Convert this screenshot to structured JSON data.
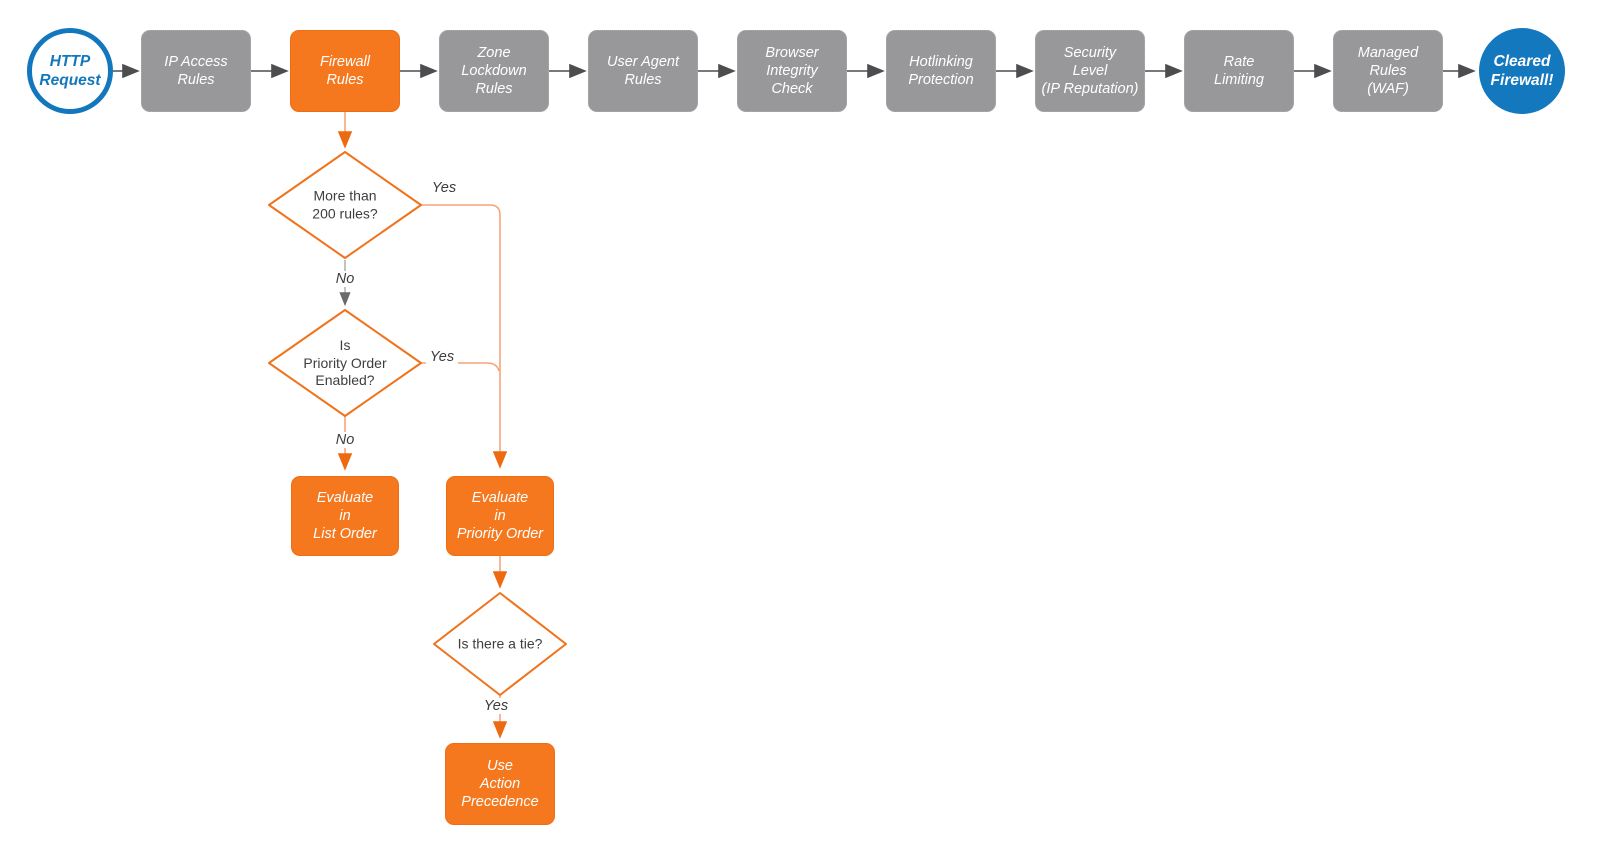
{
  "diagram": {
    "start": {
      "label": "HTTP\nRequest"
    },
    "end": {
      "label": "Cleared\nFirewall!"
    },
    "stages": [
      {
        "label": "IP Access\nRules"
      },
      {
        "label": "Firewall\nRules"
      },
      {
        "label": "Zone\nLockdown\nRules"
      },
      {
        "label": "User Agent\nRules"
      },
      {
        "label": "Browser\nIntegrity\nCheck"
      },
      {
        "label": "Hotlinking\nProtection"
      },
      {
        "label": "Security\nLevel\n(IP Reputation)"
      },
      {
        "label": "Rate\nLimiting"
      },
      {
        "label": "Managed\nRules\n(WAF)"
      }
    ],
    "decisions": {
      "rules_count": {
        "label": "More than\n200 rules?",
        "yes_label": "Yes",
        "no_label": "No"
      },
      "priority_enabled": {
        "label": "Is\nPriority Order\nEnabled?",
        "yes_label": "Yes",
        "no_label": "No"
      },
      "tie": {
        "label": "Is there a tie?",
        "yes_label": "Yes"
      }
    },
    "actions": {
      "list_order": {
        "label": "Evaluate\nin\nList Order"
      },
      "priority_order": {
        "label": "Evaluate\nin\nPriority Order"
      },
      "action_precedence": {
        "label": "Use\nAction\nPrecedence"
      }
    },
    "colors": {
      "accent_orange": "#f5781e",
      "node_gray": "#98989b",
      "brand_blue": "#1277bd",
      "connector_peach": "#f6a47b",
      "arrow_dark": "#4d4d50"
    }
  }
}
